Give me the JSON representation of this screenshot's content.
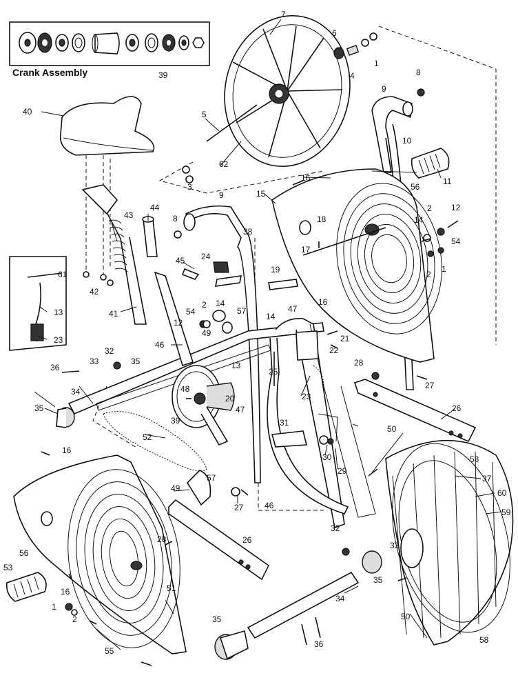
{
  "diagram": {
    "inset_title": "Crank Assembly",
    "labels": {
      "l1a": "1",
      "l1b": "1",
      "l1c": "1",
      "l2a": "2",
      "l2b": "2",
      "l2c": "2",
      "l2d": "2",
      "l3": "3",
      "l4": "4",
      "l5": "5",
      "l6": "6",
      "l7": "7",
      "l8a": "8",
      "l8b": "8",
      "l9a": "9",
      "l9b": "9",
      "l10": "10",
      "l11": "11",
      "l12a": "12",
      "l12b": "12",
      "l13a": "13",
      "l13b": "13",
      "l14a": "14",
      "l14b": "14",
      "l14c": "14",
      "l15": "15",
      "l16a": "16",
      "l16b": "16",
      "l16c": "16",
      "l16d": "16",
      "l17": "17",
      "l18": "18",
      "l19": "19",
      "l20": "20",
      "l21": "21",
      "l22": "22",
      "l23a": "23",
      "l23b": "23",
      "l24": "24",
      "l25": "25",
      "l26a": "26",
      "l26b": "26",
      "l27a": "27",
      "l27b": "27",
      "l28a": "28",
      "l28b": "28",
      "l29": "29",
      "l30": "30",
      "l31": "31",
      "l32a": "32",
      "l32b": "32",
      "l33a": "33",
      "l33b": "33",
      "l34a": "34",
      "l34b": "34",
      "l35a": "35",
      "l35b": "35",
      "l35c": "35",
      "l35d": "35",
      "l36a": "36",
      "l36b": "36",
      "l37": "37",
      "l38": "38",
      "l39a": "39",
      "l39b": "39",
      "l40": "40",
      "l41": "41",
      "l42": "42",
      "l43": "43",
      "l44": "44",
      "l45": "45",
      "l46a": "46",
      "l46b": "46",
      "l47a": "47",
      "l47b": "47",
      "l48": "48",
      "l49a": "49",
      "l49b": "49",
      "l50a": "50",
      "l50b": "50",
      "l51": "51",
      "l52": "52",
      "l53": "53",
      "l54a": "54",
      "l54b": "54",
      "l55": "55",
      "l56a": "56",
      "l56b": "56",
      "l57a": "57",
      "l57b": "57",
      "l58a": "58",
      "l58b": "58",
      "l59": "59",
      "l60": "60",
      "l61": "61",
      "l62": "62"
    }
  }
}
